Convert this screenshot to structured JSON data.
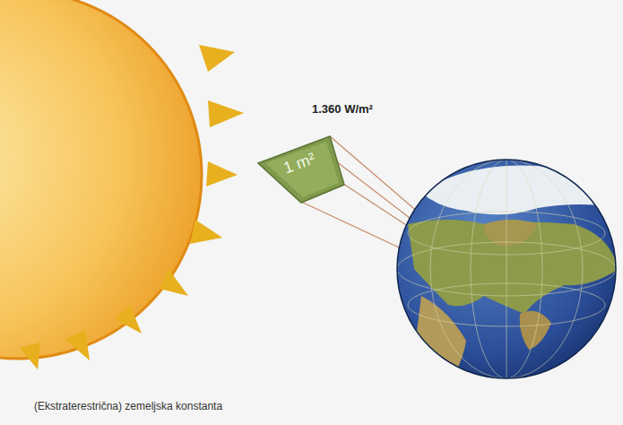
{
  "diagram": {
    "caption": "(Ekstraterestrična) zemeljska konstanta",
    "nodes": [
      {
        "text": [
          "1.360 W/m²",
          "1 m²"
        ]
      }
    ]
  }
}
